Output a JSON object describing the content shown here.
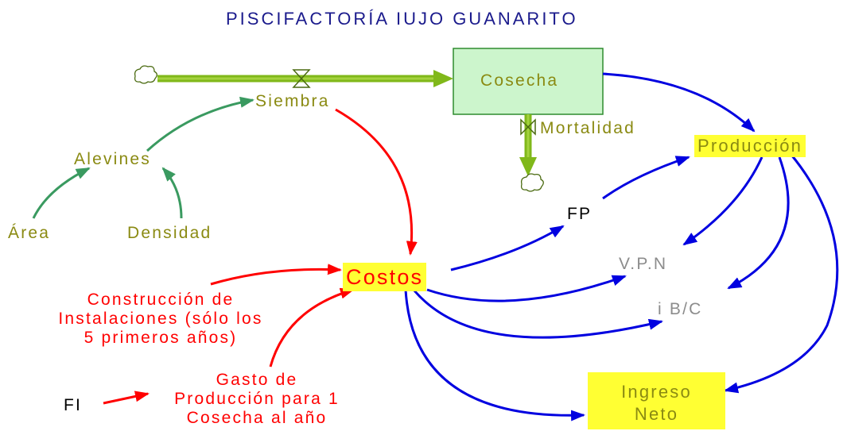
{
  "title": "PISCIFACTORÍA IUJO GUANARITO",
  "nodes": {
    "siembra": "Siembra",
    "cosecha": "Cosecha",
    "mortalidad": "Mortalidad",
    "alevines": "Alevines",
    "area": "Área",
    "densidad": "Densidad",
    "produccion": "Producción",
    "costos": "Costos",
    "fp": "FP",
    "vpn": "V.P.N",
    "ibc": "i B/C",
    "ingreso_line1": "Ingreso",
    "ingreso_line2": "Neto",
    "construccion_line1": "Construcción de",
    "construccion_line2": "Instalaciones (sólo los",
    "construccion_line3": "5 primeros años)",
    "gasto_line1": "Gasto de",
    "gasto_line2": "Producción para 1",
    "gasto_line3": "Cosecha al año",
    "fi": "FI"
  },
  "colors": {
    "flow": "#80b81a",
    "stock_fill": "#ccf5cc",
    "stock_border": "#2e8b2e",
    "green_link": "#3a9a60",
    "red_link": "#ff0000",
    "blue_link": "#0000e0",
    "highlight": "#ffff33"
  },
  "icons": [
    "cloud-icon",
    "valve-icon"
  ]
}
